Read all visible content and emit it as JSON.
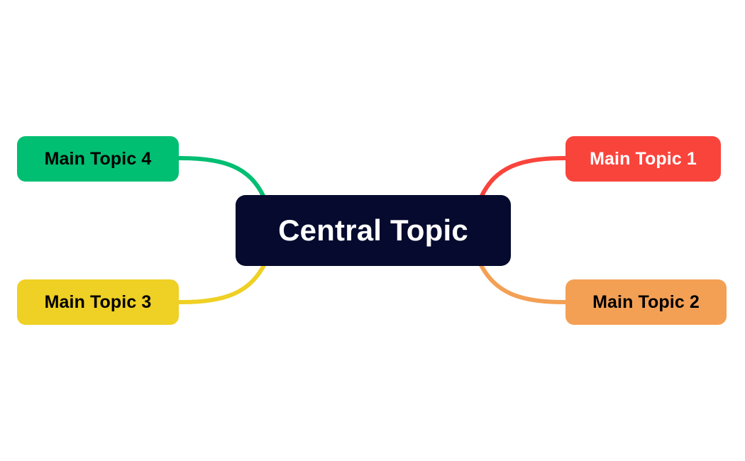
{
  "diagram": {
    "type": "mind-map",
    "background_color": "#ffffff",
    "central": {
      "label": "Central Topic",
      "fill_color": "#050a2e",
      "text_color": "#ffffff"
    },
    "branches": [
      {
        "id": "topic-1",
        "label": "Main Topic 1",
        "fill_color": "#f9443c",
        "text_color": "#ffffff",
        "connector_color": "#f9443c",
        "side": "right",
        "position": "top"
      },
      {
        "id": "topic-2",
        "label": "Main Topic 2",
        "fill_color": "#f3a055",
        "text_color": "#000000",
        "connector_color": "#f3a055",
        "side": "right",
        "position": "bottom"
      },
      {
        "id": "topic-3",
        "label": "Main Topic 3",
        "fill_color": "#efd024",
        "text_color": "#000000",
        "connector_color": "#efd024",
        "side": "left",
        "position": "bottom"
      },
      {
        "id": "topic-4",
        "label": "Main Topic 4",
        "fill_color": "#00be72",
        "text_color": "#000000",
        "connector_color": "#00be72",
        "side": "left",
        "position": "top"
      }
    ]
  }
}
